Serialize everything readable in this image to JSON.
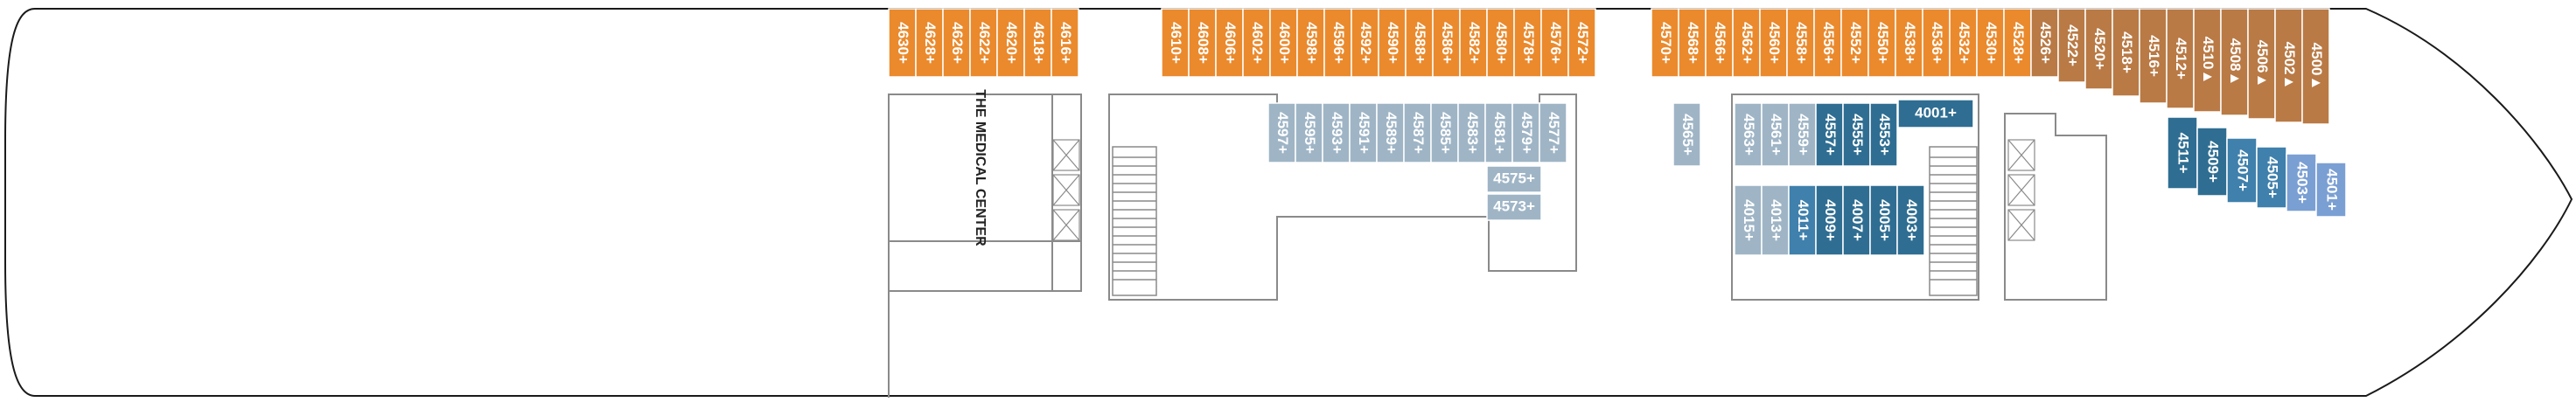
{
  "colors": {
    "orange": "#ea8a2d",
    "brown": "#b97a45",
    "light_blue": "#9fb5c6",
    "teal": "#2f6e92",
    "mid_blue": "#3f80ac",
    "periwinkle": "#7a9fd3",
    "outline": "#1a1a1a",
    "room_border": "#8a8a8a"
  },
  "rooms": {
    "medical_center": "THE MEDICAL CENTER"
  },
  "cabins": {
    "top_left": [
      "4630+",
      "4628+",
      "4626+",
      "4622+",
      "4620+",
      "4618+",
      "4616+"
    ],
    "top_mid": [
      "4610+",
      "4608+",
      "4606+",
      "4602+",
      "4600+",
      "4598+",
      "4596+",
      "4592+",
      "4590+",
      "4588+",
      "4586+",
      "4582+",
      "4580+",
      "4578+",
      "4576+",
      "4572+"
    ],
    "top_right": [
      "4570+",
      "4568+",
      "4566+",
      "4562+",
      "4560+",
      "4558+",
      "4556+",
      "4552+",
      "4550+",
      "4538+",
      "4536+",
      "4532+",
      "4530+",
      "4528+"
    ],
    "bow_top": [
      "4526+",
      "4522+",
      "4520+",
      "4518+",
      "4516+",
      "4512+",
      "4510▲",
      "4508▲",
      "4506▲",
      "4502▲",
      "4500▲"
    ],
    "inner_row_mid": [
      "4597+",
      "4595+",
      "4593+",
      "4591+",
      "4589+",
      "4587+",
      "4585+",
      "4583+",
      "4581+",
      "4579+",
      "4577+"
    ],
    "inner_stack_mid": [
      "4575+",
      "4573+"
    ],
    "inner_single_mid": "4565+",
    "inner_row_right": [
      "4563+",
      "4561+",
      "4559+",
      "4557+",
      "4555+",
      "4553+"
    ],
    "inner_label_4001": "4001+",
    "inner_bottom_right": [
      "4015+",
      "4013+",
      "4011+",
      "4009+",
      "4007+",
      "4005+",
      "4003+"
    ],
    "bow_inner": [
      "4511+",
      "4509+",
      "4507+",
      "4505+",
      "4503+",
      "4501+"
    ]
  }
}
